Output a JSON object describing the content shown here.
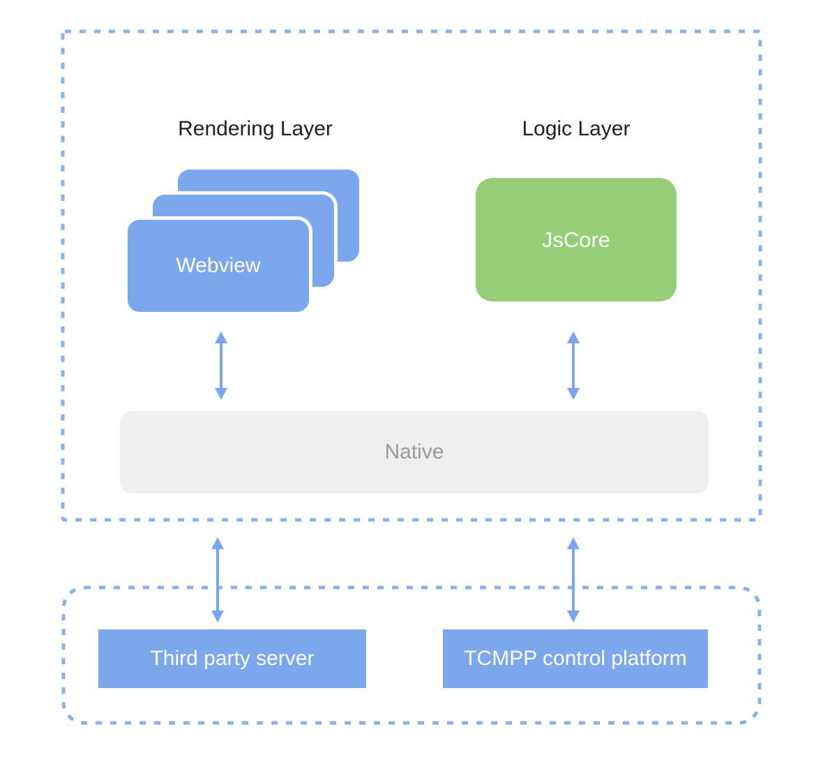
{
  "layers": {
    "rendering": {
      "title": "Rendering Layer",
      "card": "Webview"
    },
    "logic": {
      "title": "Logic Layer",
      "card": "JsCore"
    },
    "native": {
      "card": "Native"
    }
  },
  "backend": {
    "third_party": {
      "card": "Third party server"
    },
    "tcmpp": {
      "card": "TCMPP control platform"
    }
  },
  "colors": {
    "page_bg": "#FFFFFF",
    "box_blue": "#7CA7ED",
    "green": "#96CE78",
    "dash_blue": "#8BB0F0",
    "arrow_blue": "#78A6F0",
    "native_gray": "#EFEFEF",
    "native_text": "#9A9A9A",
    "title_text": "#1F1F1F",
    "card_outline": "#FFFFFF"
  }
}
